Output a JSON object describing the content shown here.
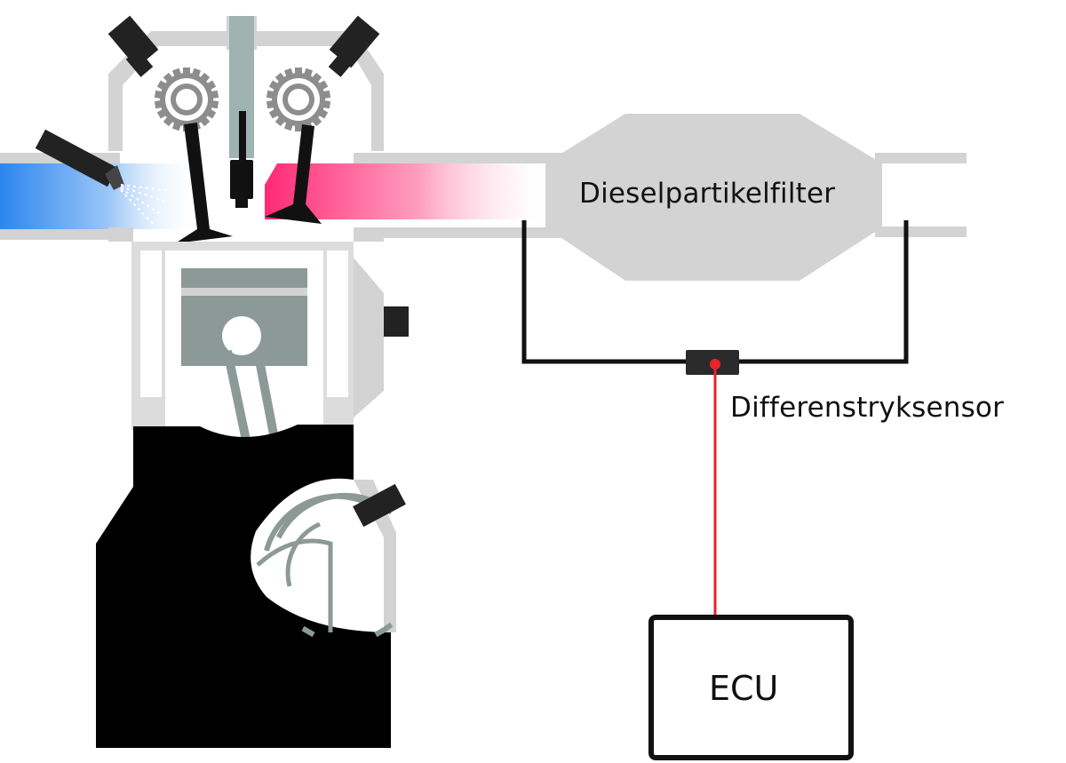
{
  "labels": {
    "filter": "Dieselpartikelfilter",
    "sensor": "Differenstryksensor",
    "ecu": "ECU"
  },
  "colors": {
    "frame": "#d3d3d3",
    "engine_dark": "#000000",
    "piston": "#8c9a97",
    "gear": "#8d8d8d",
    "intake": "#2c86ee",
    "exhaust": "#ff2a74",
    "signal_wire": "#e8232a",
    "hose": "#111111"
  },
  "icons": [
    "gear-icon",
    "sensor-icon",
    "injector-icon",
    "glow-plug-icon",
    "flywheel-icon"
  ]
}
